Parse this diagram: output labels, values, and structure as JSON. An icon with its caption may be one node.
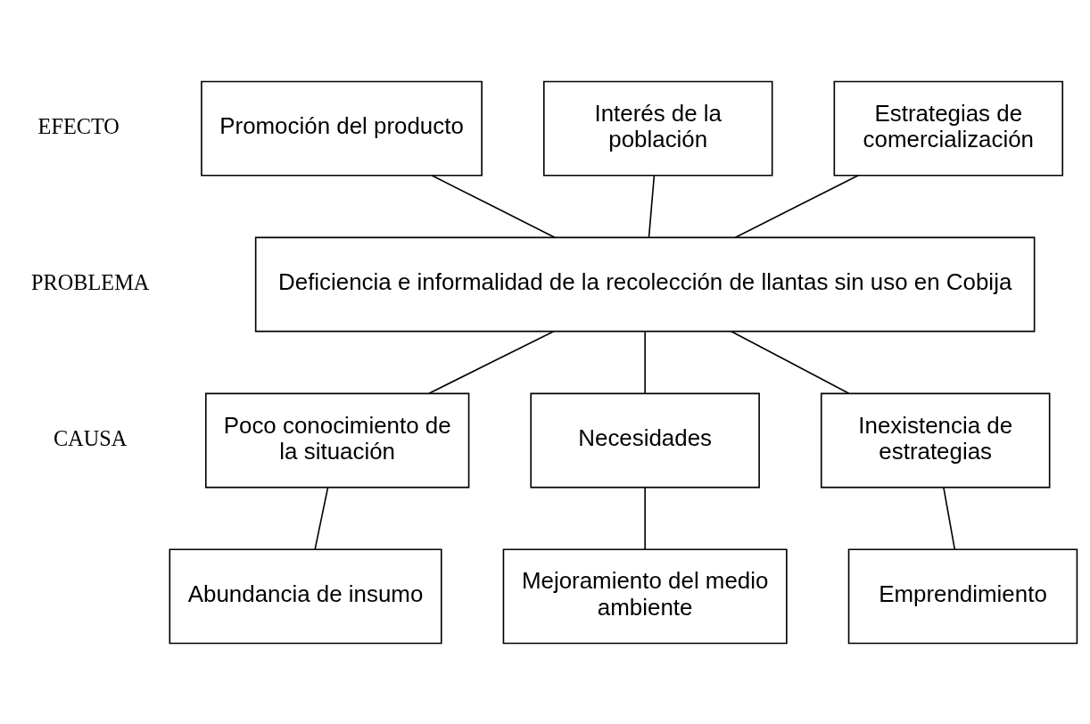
{
  "diagram": {
    "nodes": [
      {
        "text": [
          "Promoción del producto"
        ]
      },
      {
        "text": [
          "Interés de la población"
        ]
      },
      {
        "text": [
          "Estrategias de comercialización"
        ]
      },
      {
        "text": [
          "Deficiencia e informalidad de la recolección de llantas sin uso en Cobija"
        ]
      },
      {
        "text": [
          "Poco conocimiento de la situación"
        ]
      },
      {
        "text": [
          "Necesidades"
        ]
      },
      {
        "text": [
          "Inexistencia de estrategias"
        ]
      },
      {
        "text": [
          "Abundancia de insumo"
        ]
      },
      {
        "text": [
          "Mejoramiento del medio ambiente"
        ]
      },
      {
        "text": [
          "Emprendimiento"
        ]
      }
    ],
    "edges": [
      {
        "from": 0,
        "to": 3,
        "arrow": "none"
      },
      {
        "from": 1,
        "to": 3,
        "arrow": "none"
      },
      {
        "from": 2,
        "to": 3,
        "arrow": "none"
      },
      {
        "from": 3,
        "to": 4,
        "arrow": "none"
      },
      {
        "from": 3,
        "to": 5,
        "arrow": "none"
      },
      {
        "from": 3,
        "to": 6,
        "arrow": "none"
      },
      {
        "from": 4,
        "to": 7,
        "arrow": "none"
      },
      {
        "from": 5,
        "to": 8,
        "arrow": "none"
      },
      {
        "from": 6,
        "to": 9,
        "arrow": "none"
      }
    ],
    "labels": [
      "EFECTO",
      "PROBLEMA",
      "CAUSA"
    ]
  }
}
